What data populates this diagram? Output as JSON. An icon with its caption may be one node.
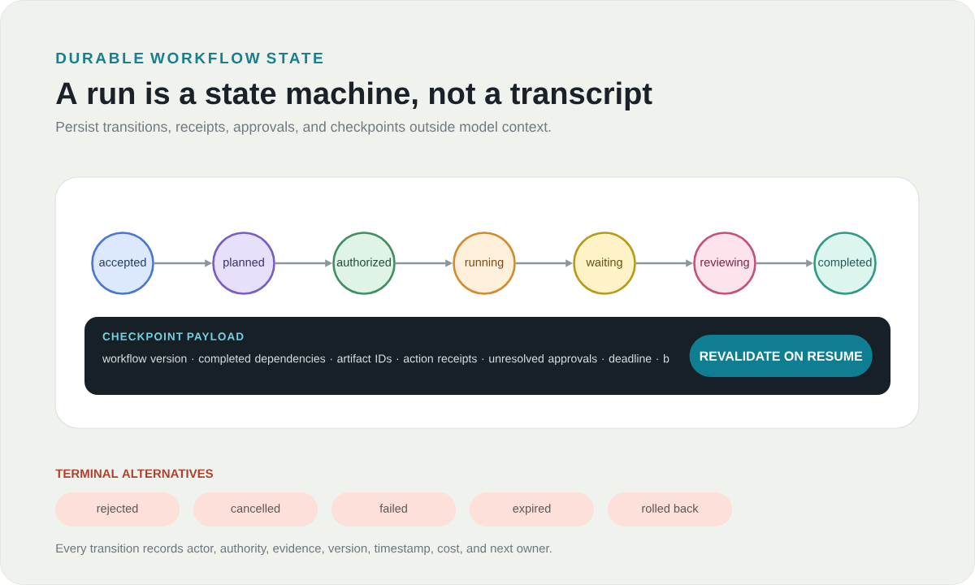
{
  "diagram": {
    "title": "A run is a state machine, not a transcript",
    "caption": "Every transition records actor, authority, evidence, version, timestamp, cost, and next owner.",
    "nodes": [
      {
        "text": [
          "accepted"
        ]
      },
      {
        "text": [
          "planned"
        ]
      },
      {
        "text": [
          "authorized"
        ]
      },
      {
        "text": [
          "running"
        ]
      },
      {
        "text": [
          "waiting"
        ]
      },
      {
        "text": [
          "reviewing"
        ]
      },
      {
        "text": [
          "completed"
        ]
      },
      {
        "text": [
          "CHECKPOINT PAYLOAD",
          "workflow version · completed dependencies · artifact IDs · action receipts · unresolved approvals · deadline · b"
        ]
      },
      {
        "text": [
          "REVALIDATE ON RESUME"
        ],
        "in": 7
      },
      {
        "text": [
          "rejected"
        ]
      },
      {
        "text": [
          "cancelled"
        ]
      },
      {
        "text": [
          "failed"
        ]
      },
      {
        "text": [
          "expired"
        ]
      },
      {
        "text": [
          "rolled back"
        ]
      }
    ],
    "edges": [
      {
        "from": 0,
        "to": 1,
        "arrow": "to"
      },
      {
        "from": 1,
        "to": 2,
        "arrow": "to"
      },
      {
        "from": 2,
        "to": 3,
        "arrow": "to"
      },
      {
        "from": 3,
        "to": 4,
        "arrow": "to"
      },
      {
        "from": 4,
        "to": 5,
        "arrow": "to"
      },
      {
        "from": 5,
        "to": 6,
        "arrow": "to"
      }
    ],
    "labels": [
      "DURABLE WORKFLOW STATE",
      "Persist transitions, receipts, approvals, and checkpoints outside model context.",
      "TERMINAL ALTERNATIVES"
    ]
  }
}
